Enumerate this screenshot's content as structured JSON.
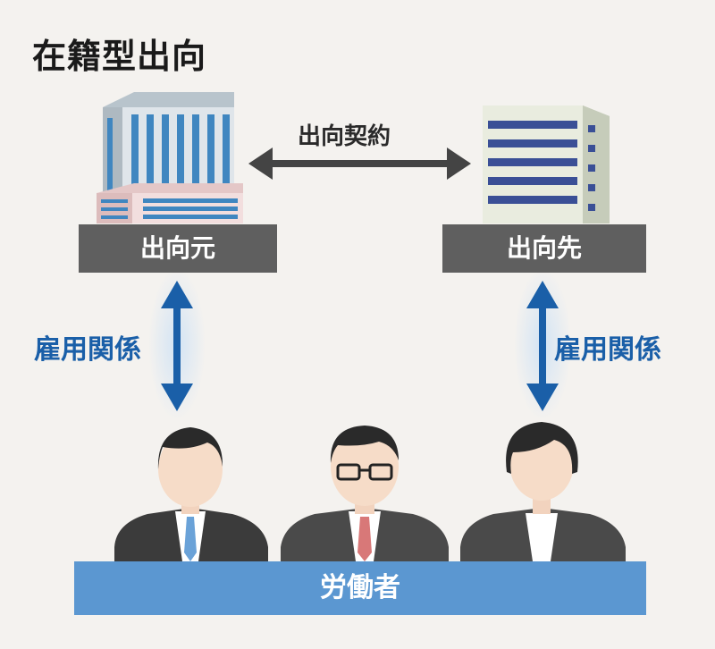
{
  "title": "在籍型出向",
  "contract": "出向契約",
  "source_company": "出向元",
  "destination_company": "出向先",
  "employment_left": "雇用関係",
  "employment_right": "雇用関係",
  "workers": "労働者",
  "colors": {
    "box_gray": "#5f5f5f",
    "arrow_blue": "#1a5fa8",
    "workers_blue": "#5b97d1",
    "label_blue": "#1a5fa8"
  }
}
